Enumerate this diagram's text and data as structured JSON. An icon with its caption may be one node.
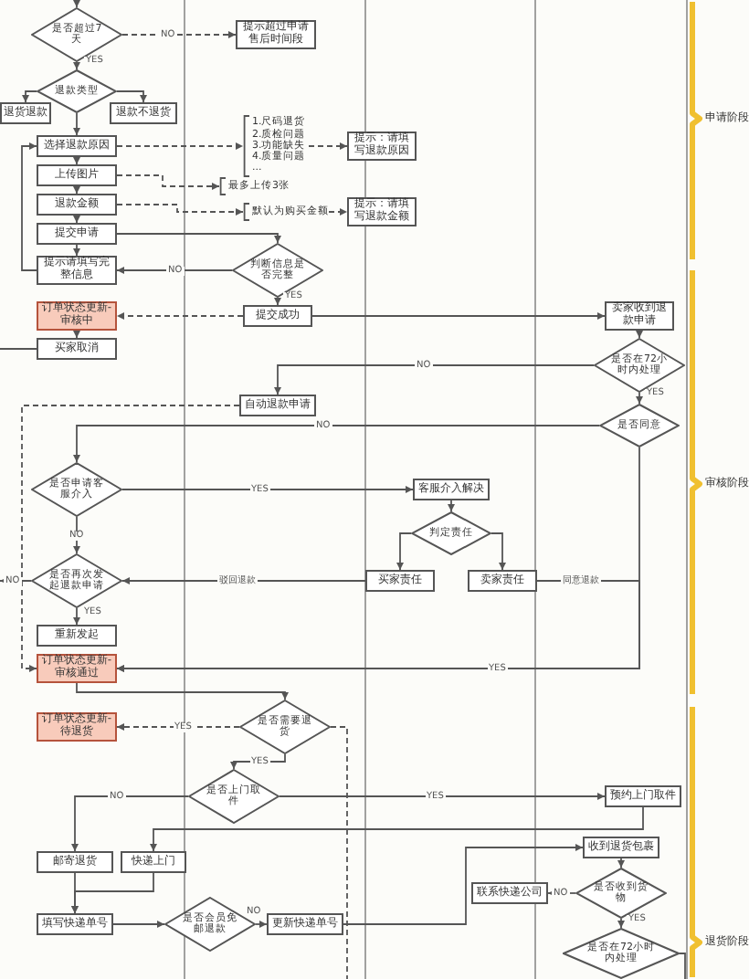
{
  "diagram": {
    "nodes": [
      {
        "text": [
          "是否超过7天"
        ]
      },
      {
        "text": [
          "提示超过申请售后时间段"
        ]
      },
      {
        "text": [
          "退款类型"
        ]
      },
      {
        "text": [
          "退货退款"
        ]
      },
      {
        "text": [
          "退款不退货"
        ]
      },
      {
        "text": [
          "选择退款原因"
        ]
      },
      {
        "text": [
          "1.尺码退货",
          "2.质检问题",
          "3.功能缺失",
          "4.质量问题",
          "..."
        ]
      },
      {
        "text": [
          "提示：请填写退款原因"
        ]
      },
      {
        "text": [
          "上传图片"
        ]
      },
      {
        "text": [
          "最多上传3张"
        ]
      },
      {
        "text": [
          "退款金额"
        ]
      },
      {
        "text": [
          "默认为购买金额"
        ]
      },
      {
        "text": [
          "提示：请填写退款金额"
        ]
      },
      {
        "text": [
          "提交申请"
        ]
      },
      {
        "text": [
          "判断信息是否完整"
        ]
      },
      {
        "text": [
          "提示请填写完整信息"
        ]
      },
      {
        "text": [
          "提交成功"
        ]
      },
      {
        "text": [
          "订单状态更新-审核中"
        ]
      },
      {
        "text": [
          "买家取消"
        ]
      },
      {
        "text": [
          "卖家收到退款申请"
        ]
      },
      {
        "text": [
          "是否在72小时内处理"
        ]
      },
      {
        "text": [
          "自动退款申请"
        ]
      },
      {
        "text": [
          "是否同意"
        ]
      },
      {
        "text": [
          "是否申请客服介入"
        ]
      },
      {
        "text": [
          "客服介入解决"
        ]
      },
      {
        "text": [
          "判定责任"
        ]
      },
      {
        "text": [
          "买家责任"
        ]
      },
      {
        "text": [
          "卖家责任"
        ]
      },
      {
        "text": [
          "是否再次发起退款申请"
        ]
      },
      {
        "text": [
          "重新发起"
        ]
      },
      {
        "text": [
          "订单状态更新-审核通过"
        ]
      },
      {
        "text": [
          "是否需要退货"
        ]
      },
      {
        "text": [
          "订单状态更新-待退货"
        ]
      },
      {
        "text": [
          "是否上门取件"
        ]
      },
      {
        "text": [
          "预约上门取件"
        ]
      },
      {
        "text": [
          "邮寄退货"
        ]
      },
      {
        "text": [
          "快递上门"
        ]
      },
      {
        "text": [
          "填写快递单号"
        ]
      },
      {
        "text": [
          "是否会员免邮退款"
        ]
      },
      {
        "text": [
          "更新快递单号"
        ]
      },
      {
        "text": [
          "收到退货包裹"
        ]
      },
      {
        "text": [
          "是否收到货物"
        ]
      },
      {
        "text": [
          "联系快递公司"
        ]
      },
      {
        "text": [
          "是否在72小时内处理"
        ]
      }
    ],
    "edges": [
      {
        "from": null,
        "to": 0,
        "arrow": "to"
      },
      {
        "from": 0,
        "to": 1,
        "arrow": "to",
        "label": "NO",
        "style": "dashed"
      },
      {
        "from": 0,
        "to": 2,
        "arrow": "to",
        "label": "YES"
      },
      {
        "from": 2,
        "to": 3,
        "arrow": "to"
      },
      {
        "from": 2,
        "to": 4,
        "arrow": "to"
      },
      {
        "from": 2,
        "to": 5,
        "arrow": "to"
      },
      {
        "from": 5,
        "to": 6,
        "arrow": "to",
        "style": "dashed"
      },
      {
        "from": 6,
        "to": 7,
        "arrow": "to",
        "style": "dashed"
      },
      {
        "from": 5,
        "to": 8,
        "arrow": "to"
      },
      {
        "from": 8,
        "to": 9,
        "arrow": "to",
        "style": "dashed"
      },
      {
        "from": 8,
        "to": 10,
        "arrow": "to"
      },
      {
        "from": 10,
        "to": 11,
        "arrow": "to",
        "style": "dashed"
      },
      {
        "from": 11,
        "to": 12,
        "arrow": "to",
        "style": "dashed"
      },
      {
        "from": 10,
        "to": 13,
        "arrow": "to"
      },
      {
        "from": 13,
        "to": 14,
        "arrow": "to"
      },
      {
        "from": 13,
        "to": 15,
        "arrow": "to"
      },
      {
        "from": 14,
        "to": 15,
        "arrow": "to",
        "label": "NO"
      },
      {
        "from": 15,
        "to": 5,
        "arrow": "to"
      },
      {
        "from": 14,
        "to": 16,
        "arrow": "to",
        "label": "YES"
      },
      {
        "from": 16,
        "to": 17,
        "arrow": "to",
        "style": "dashed"
      },
      {
        "from": 17,
        "to": 18,
        "arrow": "to"
      },
      {
        "from": 18,
        "to": null,
        "arrow": "none"
      },
      {
        "from": 16,
        "to": 19,
        "arrow": "to"
      },
      {
        "from": 19,
        "to": 20,
        "arrow": "to"
      },
      {
        "from": 20,
        "to": 21,
        "arrow": "to",
        "label": "NO"
      },
      {
        "from": 20,
        "to": 22,
        "arrow": "to",
        "label": "YES"
      },
      {
        "from": 21,
        "to": 30,
        "arrow": "to",
        "style": "dashed"
      },
      {
        "from": 22,
        "to": 23,
        "arrow": "to",
        "label": "NO"
      },
      {
        "from": 23,
        "to": 24,
        "arrow": "to",
        "label": "YES"
      },
      {
        "from": 24,
        "to": 25,
        "arrow": "to"
      },
      {
        "from": 25,
        "to": 26,
        "arrow": "to"
      },
      {
        "from": 25,
        "to": 27,
        "arrow": "to"
      },
      {
        "from": 23,
        "to": 28,
        "arrow": "to",
        "label": "NO"
      },
      {
        "from": 26,
        "to": 28,
        "arrow": "to",
        "label": "驳回退款"
      },
      {
        "from": 28,
        "to": null,
        "arrow": "to",
        "label": "NO"
      },
      {
        "from": 28,
        "to": 29,
        "arrow": "to",
        "label": "YES"
      },
      {
        "from": 22,
        "to": 30,
        "arrow": "to",
        "label": "YES"
      },
      {
        "from": 27,
        "to": 30,
        "arrow": "to",
        "label": "同意退款"
      },
      {
        "from": 30,
        "to": 31,
        "arrow": "to"
      },
      {
        "from": 31,
        "to": 32,
        "arrow": "to",
        "label": "YES",
        "style": "dashed"
      },
      {
        "from": 31,
        "to": null,
        "arrow": "none",
        "style": "dashed"
      },
      {
        "from": 31,
        "to": 33,
        "arrow": "to",
        "label": "YES"
      },
      {
        "from": 33,
        "to": 34,
        "arrow": "to",
        "label": "YES"
      },
      {
        "from": 33,
        "to": 35,
        "arrow": "to",
        "label": "NO"
      },
      {
        "from": 34,
        "to": 36,
        "arrow": "to"
      },
      {
        "from": 35,
        "to": 37,
        "arrow": "to"
      },
      {
        "from": 36,
        "to": 37,
        "arrow": "to"
      },
      {
        "from": 37,
        "to": 38,
        "arrow": "to"
      },
      {
        "from": 38,
        "to": 39,
        "arrow": "to",
        "label": "NO"
      },
      {
        "from": 39,
        "to": 40,
        "arrow": "to"
      },
      {
        "from": 40,
        "to": 41,
        "arrow": "to"
      },
      {
        "from": 41,
        "to": 42,
        "arrow": "to",
        "label": "NO"
      },
      {
        "from": 41,
        "to": 43,
        "arrow": "to",
        "label": "YES"
      },
      {
        "from": 43,
        "to": null,
        "arrow": "none"
      }
    ],
    "labels": [
      "申请阶段",
      "审核阶段",
      "退货阶段"
    ]
  }
}
